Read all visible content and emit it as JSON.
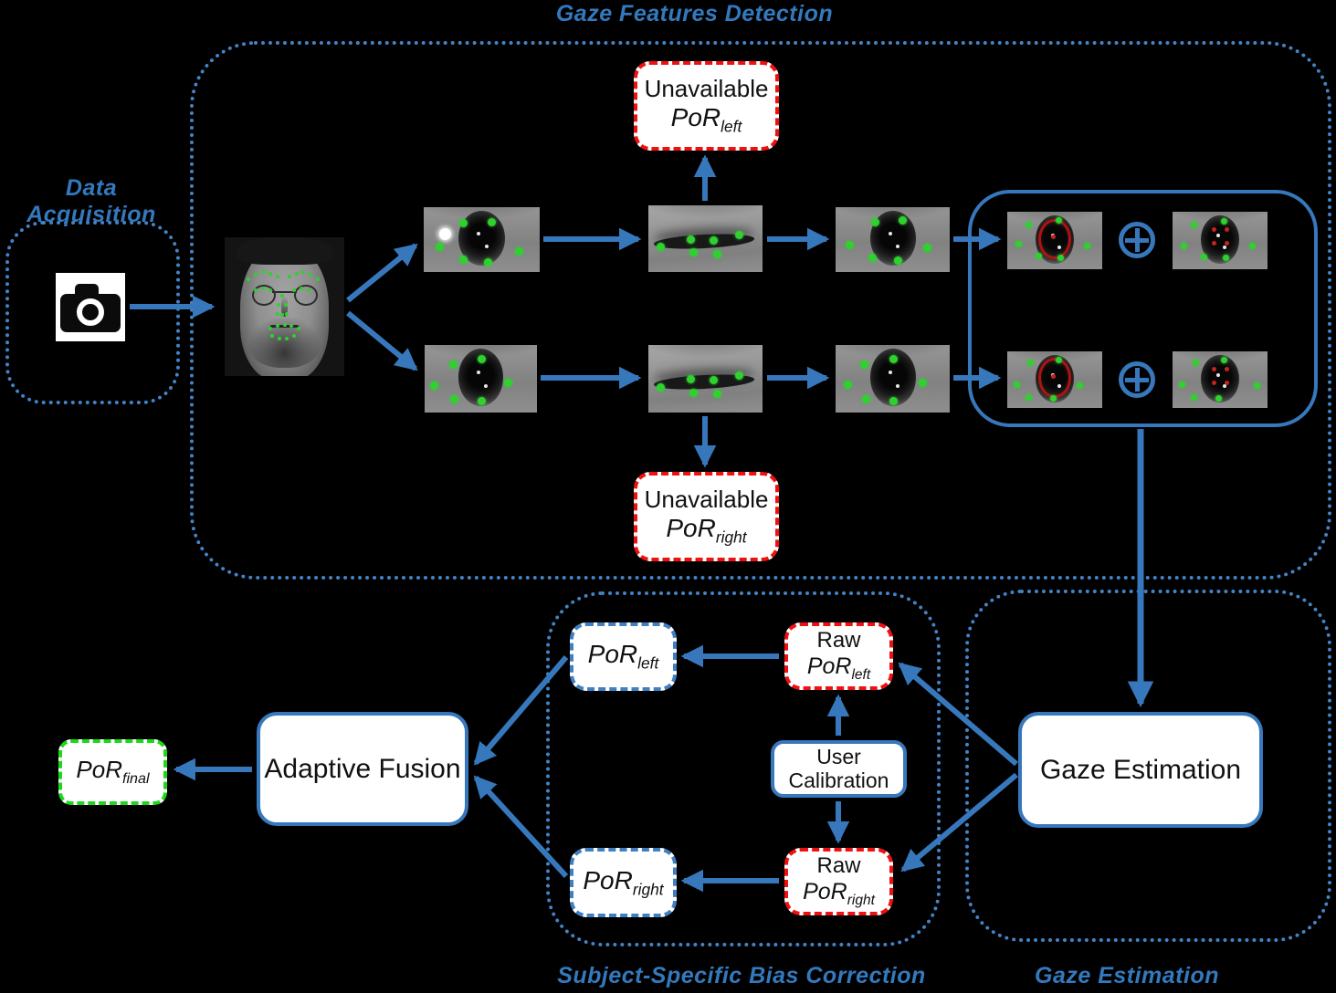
{
  "colors": {
    "accent_blue": "#3778BC",
    "dashed_red": "#F11010",
    "dashed_green": "#1BD81B",
    "landmark_green": "#2FD12F",
    "background": "#000000",
    "box_fill": "#FFFFFF",
    "box_text": "#111111"
  },
  "sections": {
    "gaze_features_detection": {
      "label": "Gaze Features Detection"
    },
    "data_acquisition": {
      "label": "Data Acquisition"
    },
    "gaze_estimation_region": {
      "label": "Gaze Estimation"
    },
    "bias_correction": {
      "label": "Subject-Specific Bias Correction"
    }
  },
  "boxes": {
    "unavailable_por_left": {
      "line1": "Unavailable",
      "main": "PoR",
      "sub": "left"
    },
    "unavailable_por_right": {
      "line1": "Unavailable",
      "main": "PoR",
      "sub": "right"
    },
    "gaze_estimation": {
      "label": "Gaze Estimation"
    },
    "user_calibration": {
      "line1": "User",
      "line2": "Calibration"
    },
    "raw_por_left": {
      "line1": "Raw",
      "main": "PoR",
      "sub": "left"
    },
    "raw_por_right": {
      "line1": "Raw",
      "main": "PoR",
      "sub": "right"
    },
    "por_left": {
      "main": "PoR",
      "sub": "left"
    },
    "por_right": {
      "main": "PoR",
      "sub": "right"
    },
    "adaptive_fusion": {
      "label": "Adaptive Fusion"
    },
    "por_final": {
      "main": "PoR",
      "sub": "final"
    }
  },
  "symbols": {
    "combine_operator": "⊕"
  }
}
